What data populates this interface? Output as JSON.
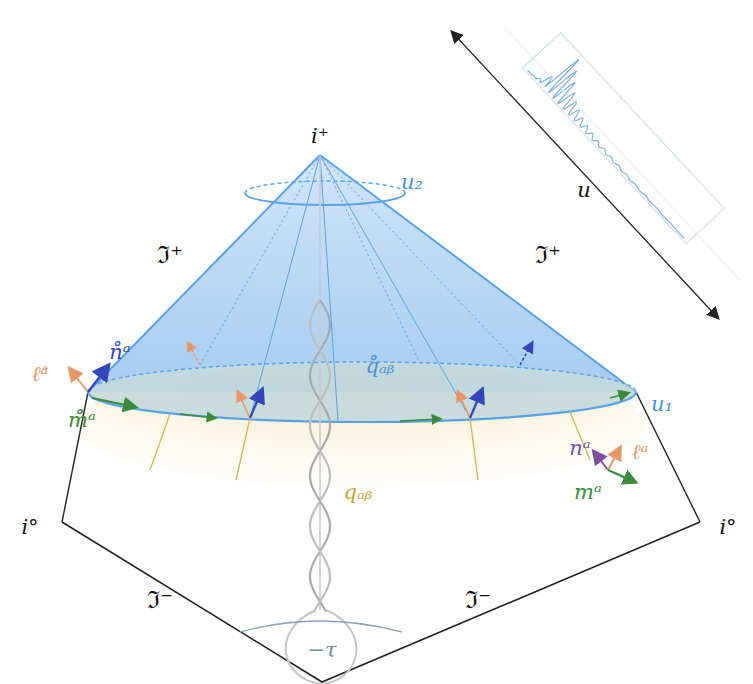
{
  "diagram": {
    "labels": [
      "i⁺",
      "u₂",
      "ℑ⁺",
      "ℑ⁺",
      "ℓ̊ᵃ",
      "n̊ᵃ",
      "q̊ₐᵦ",
      "u₁",
      "i°",
      "i°",
      "m̊ᵃ",
      "nᵃ",
      "ℓᵃ",
      "mᵃ",
      "qₐᵦ",
      "ℑ⁻",
      "ℑ⁻",
      "−τ",
      "u"
    ]
  }
}
